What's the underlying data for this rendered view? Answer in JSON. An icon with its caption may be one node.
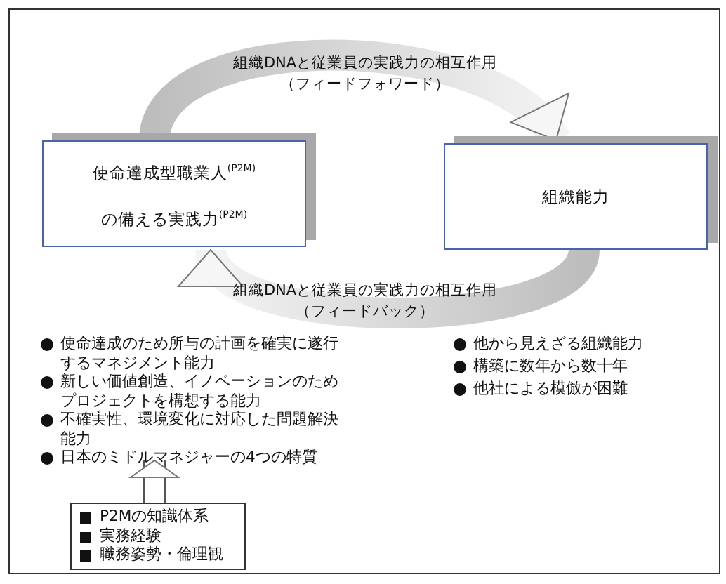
{
  "diagram": {
    "nodes": [
      {
        "text": [
          "使命達成型職業人$^{(P2M)}$の備える実践力$^{(P2M)}$"
        ]
      },
      {
        "text": [
          "組織能力"
        ]
      },
      {
        "text": [
          "P2Mの知識体系",
          "実務経験",
          "職務姿勢・倫理観"
        ]
      },
      {
        "text": [
          "使命達成のため所与の計画を確実に遂行するマネジメント能力",
          "新しい価値創造、イノベーションのためプロジェクトを構想する能力",
          "不確実性、環境変化に対応した問題解決能力",
          "日本のミドルマネジャーの4つの特質"
        ]
      }
    ],
    "edges": [
      {
        "from": 0,
        "to": 1,
        "arrow": "to",
        "label": "組織DNAと従業員の実践力の相互作用（フィードフォワード）"
      },
      {
        "from": 1,
        "to": 0,
        "arrow": "to",
        "label": "組織DNAと従業員の実践力の相互作用（フィードバック）"
      },
      {
        "from": 2,
        "to": 3,
        "arrow": "to"
      }
    ],
    "labels": [
      "他から見えざる組織能力",
      "構築に数年から数十年",
      "他社による模倣が困難"
    ]
  }
}
